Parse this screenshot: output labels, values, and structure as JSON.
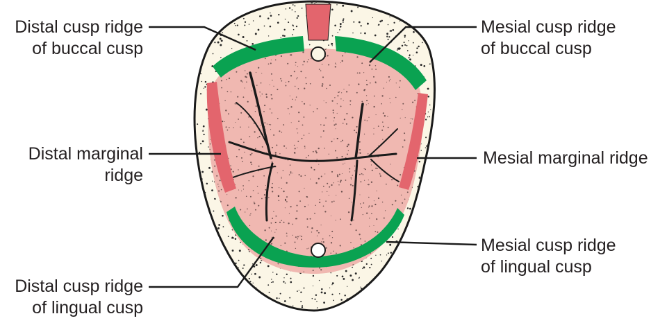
{
  "colors": {
    "enamel_rim": "#fbf6e6",
    "occlusal_table": "#f0b8b1",
    "marginal_ridge": "#e3656d",
    "cusp_ridge": "#0aa251",
    "outline": "#1a1a1a",
    "label_text": "#231f20"
  },
  "labels": {
    "distal_cusp_ridge_buccal": {
      "line1": "Distal cusp ridge",
      "line2": "of buccal cusp"
    },
    "mesial_cusp_ridge_buccal": {
      "line1": "Mesial cusp ridge",
      "line2": "of buccal cusp"
    },
    "distal_marginal_ridge": {
      "line1": "Distal marginal",
      "line2": "ridge"
    },
    "mesial_marginal_ridge": {
      "line1": "Mesial marginal ridge"
    },
    "mesial_cusp_ridge_lingual": {
      "line1": "Mesial cusp ridge",
      "line2": "of lingual cusp"
    },
    "distal_cusp_ridge_lingual": {
      "line1": "Distal cusp ridge",
      "line2": "of lingual cusp"
    }
  }
}
